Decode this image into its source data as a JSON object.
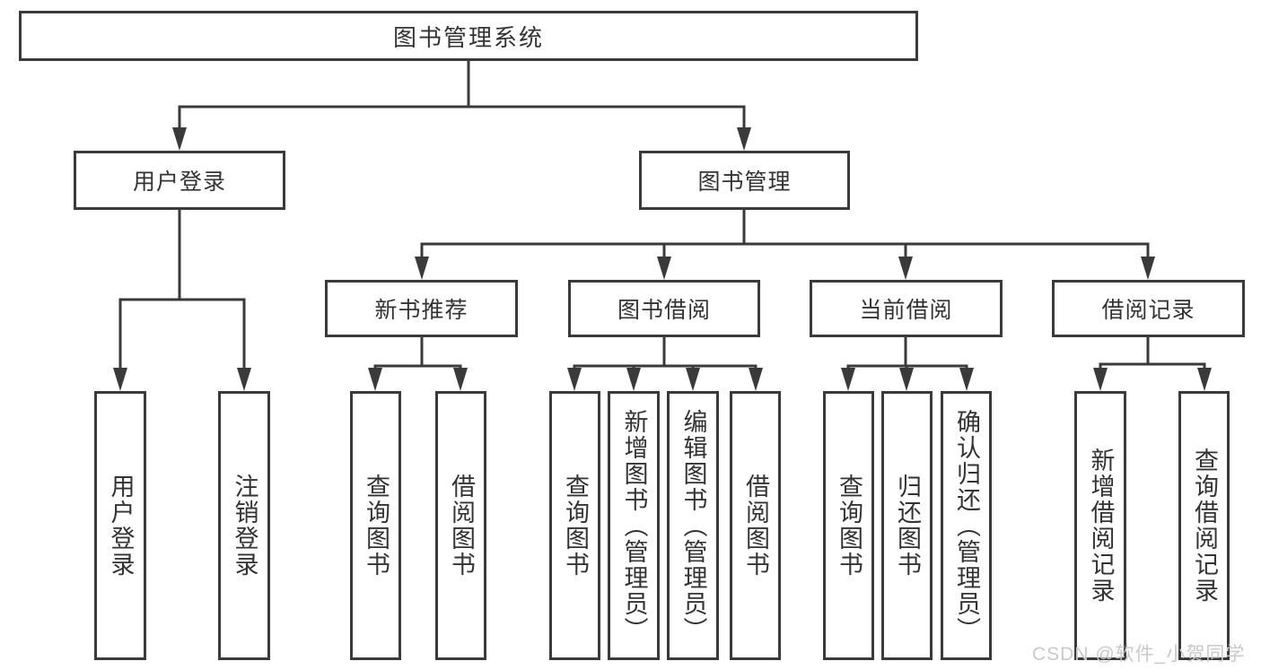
{
  "diagram": {
    "root": {
      "label": "图书管理系统"
    },
    "level2": {
      "user_login": {
        "label": "用户登录"
      },
      "book_management": {
        "label": "图书管理"
      }
    },
    "level3": {
      "new_book_recommend": {
        "label": "新书推荐"
      },
      "book_borrow": {
        "label": "图书借阅"
      },
      "current_borrow": {
        "label": "当前借阅"
      },
      "borrow_records": {
        "label": "借阅记录"
      }
    },
    "leaves": {
      "user_login_leaf": {
        "label": "用户登录"
      },
      "logout": {
        "label": "注销登录"
      },
      "recommend_query_books": {
        "label": "查询图书"
      },
      "recommend_borrow_books": {
        "label": "借阅图书"
      },
      "borrow_query_books": {
        "label": "查询图书"
      },
      "borrow_add_books_admin": {
        "label": "新增图书（管理员）"
      },
      "borrow_edit_books_admin": {
        "label": "编辑图书（管理员）"
      },
      "borrow_borrow_books": {
        "label": "借阅图书"
      },
      "current_query_books": {
        "label": "查询图书"
      },
      "current_return_books": {
        "label": "归还图书"
      },
      "current_confirm_return_admin": {
        "label": "确认归还（管理员）"
      },
      "records_add_record": {
        "label": "新增借阅记录"
      },
      "records_query_record": {
        "label": "查询借阅记录"
      }
    }
  },
  "watermark": {
    "text": "CSDN @软件_小贺同学"
  },
  "colors": {
    "line": "#3a3a3a",
    "text": "#333333",
    "watermark_color": "#c9c9c9",
    "background": "#ffffff"
  }
}
